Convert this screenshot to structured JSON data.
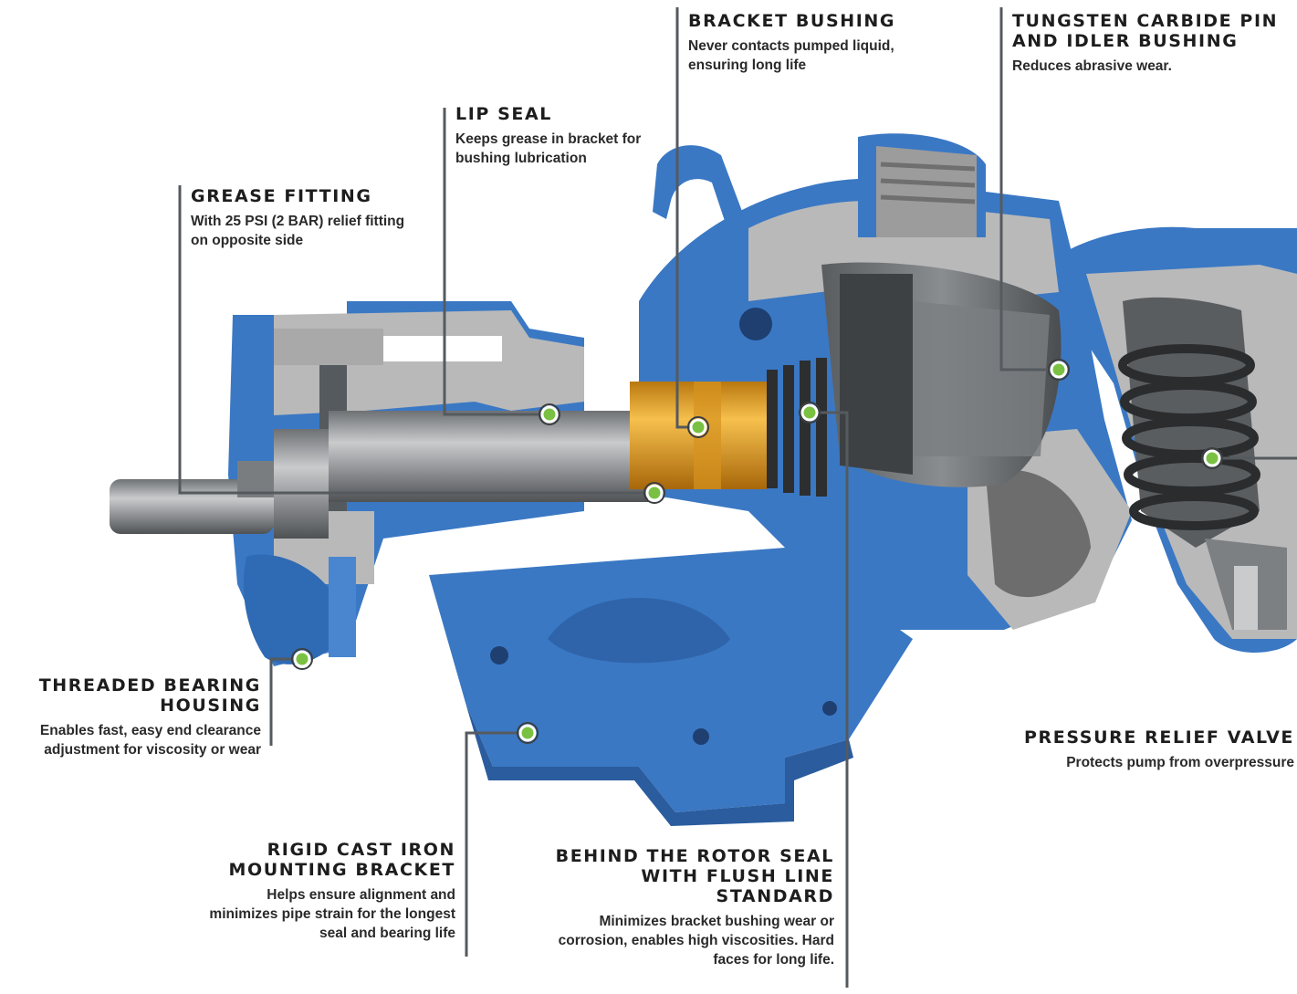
{
  "callouts": [
    {
      "id": "bracket-bushing",
      "title": "BRACKET BUSHING",
      "desc": "Never contacts pumped liquid, ensuring long life"
    },
    {
      "id": "tungsten-carbide",
      "title": "TUNGSTEN CARBIDE PIN AND IDLER BUSHING",
      "desc": "Reduces abrasive wear."
    },
    {
      "id": "lip-seal",
      "title": "LIP SEAL",
      "desc": "Keeps grease in bracket for bushing lubrication"
    },
    {
      "id": "grease-fitting",
      "title": "GREASE FITTING",
      "desc": "With 25 PSI (2 BAR) relief fitting on opposite side"
    },
    {
      "id": "threaded-bearing-housing",
      "title": "THREADED BEARING HOUSING",
      "desc": "Enables fast, easy end clearance adjustment for viscosity or wear"
    },
    {
      "id": "pressure-relief-valve",
      "title": "PRESSURE RELIEF VALVE",
      "desc": "Protects pump from overpressure"
    },
    {
      "id": "rigid-cast-iron-bracket",
      "title": "RIGID CAST IRON MOUNTING BRACKET",
      "desc": "Helps ensure alignment and minimizes pipe strain for the longest seal and bearing life"
    },
    {
      "id": "behind-rotor-seal",
      "title": "BEHIND THE ROTOR SEAL WITH FLUSH LINE STANDARD",
      "desc": "Minimizes bracket bushing wear or corrosion, enables high viscosities. Hard faces for long life."
    }
  ],
  "colors": {
    "pump_blue": "#3a78c4",
    "pump_blue_dark": "#2a5c9e",
    "cut_gray": "#b9b9b9",
    "steel": "#8d9093",
    "brass": "#e8a52a",
    "dot_green": "#7ac143",
    "leader_gray": "#555a5e"
  }
}
